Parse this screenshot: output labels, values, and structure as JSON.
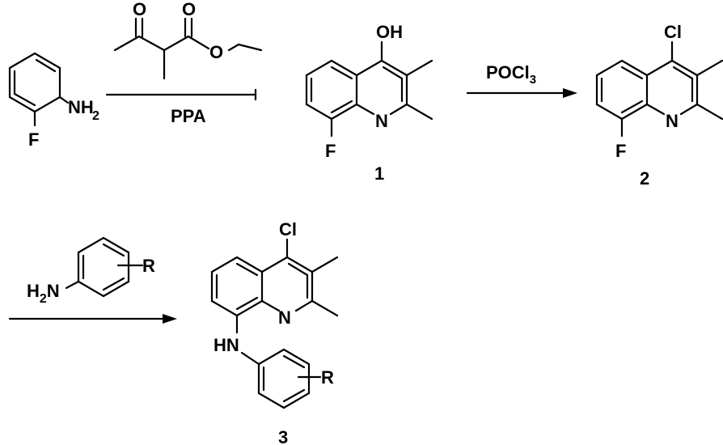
{
  "scheme": {
    "reagent_ppa": "PPA",
    "reagent_pocl3": "POCl",
    "reagent_pocl3_subscript": "3",
    "compound_numbers": [
      "1",
      "2",
      "3"
    ]
  },
  "atoms": {
    "oxygen": "O",
    "hydroxyl": "OH",
    "chlorine": "Cl",
    "fluorine": "F",
    "nitrogen": "N",
    "amine_nh": "NH",
    "amine_nh_subscript": "2",
    "amine_h2n_h": "H",
    "amine_h2n_subscript": "2",
    "amine_h2n_n": "N",
    "amino_hn": "HN",
    "substituent_r": "R"
  }
}
